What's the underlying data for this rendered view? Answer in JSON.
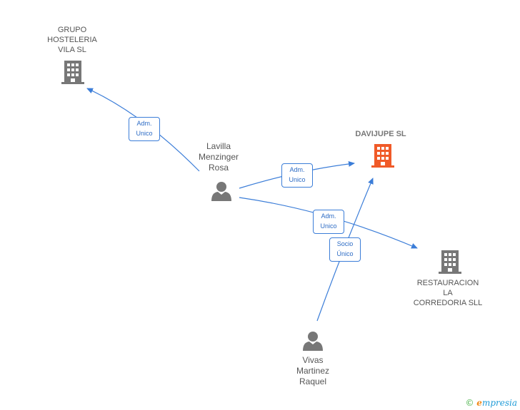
{
  "nodes": {
    "grupo": {
      "name": "GRUPO\nHOSTELERIA\nVILA SL",
      "icon": "building-icon",
      "color": "#777777"
    },
    "davijupe": {
      "name": "DAVIJUPE SL",
      "icon": "building-icon",
      "color": "#f05a28"
    },
    "restauracion": {
      "name": "RESTAURACION\nLA\nCORREDORIA SLL",
      "icon": "building-icon",
      "color": "#777777"
    },
    "lavilla": {
      "name": "Lavilla\nMenzinger\nRosa",
      "icon": "person-icon",
      "color": "#777777"
    },
    "vivas": {
      "name": "Vivas\nMartinez\nRaquel",
      "icon": "person-icon",
      "color": "#777777"
    }
  },
  "edges": [
    {
      "from": "lavilla",
      "to": "grupo",
      "label": "Adm.\nUnico"
    },
    {
      "from": "lavilla",
      "to": "davijupe",
      "label": "Adm.\nUnico"
    },
    {
      "from": "lavilla",
      "to": "restauracion",
      "label": "Adm.\nUnico"
    },
    {
      "from": "vivas",
      "to": "davijupe",
      "label": "Socio\nÚnico"
    }
  ],
  "edge_color": "#3b7dd8",
  "brand": {
    "symbol": "©",
    "initial": "e",
    "rest": "mpresia"
  }
}
